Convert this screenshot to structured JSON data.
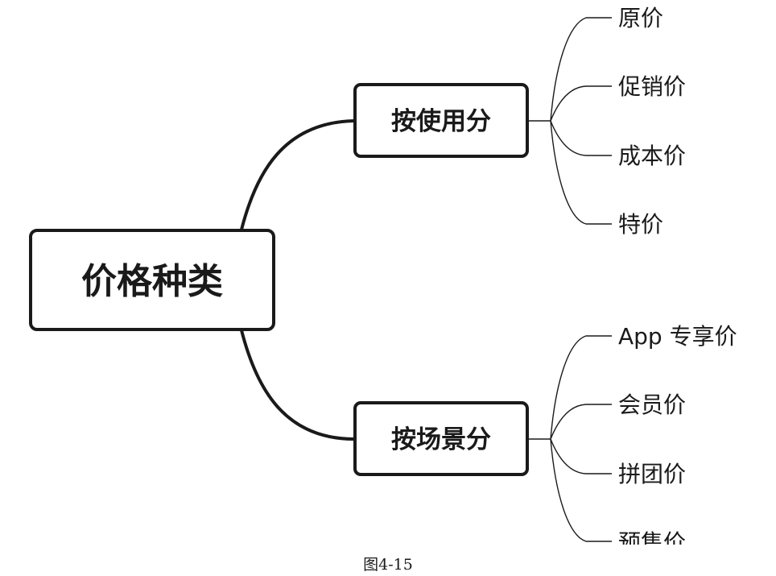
{
  "diagram": {
    "root": {
      "label": "价格种类"
    },
    "branches": [
      {
        "label": "按使用分",
        "leaves": [
          "原价",
          "促销价",
          "成本价",
          "特价"
        ]
      },
      {
        "label": "按场景分",
        "leaves": [
          "App 专享价",
          "会员价",
          "拼团价",
          "预售价"
        ]
      }
    ]
  },
  "caption": "图4-15",
  "colors": {
    "line": "#1a1a1a",
    "text": "#1a1a1a",
    "background": "#ffffff"
  }
}
